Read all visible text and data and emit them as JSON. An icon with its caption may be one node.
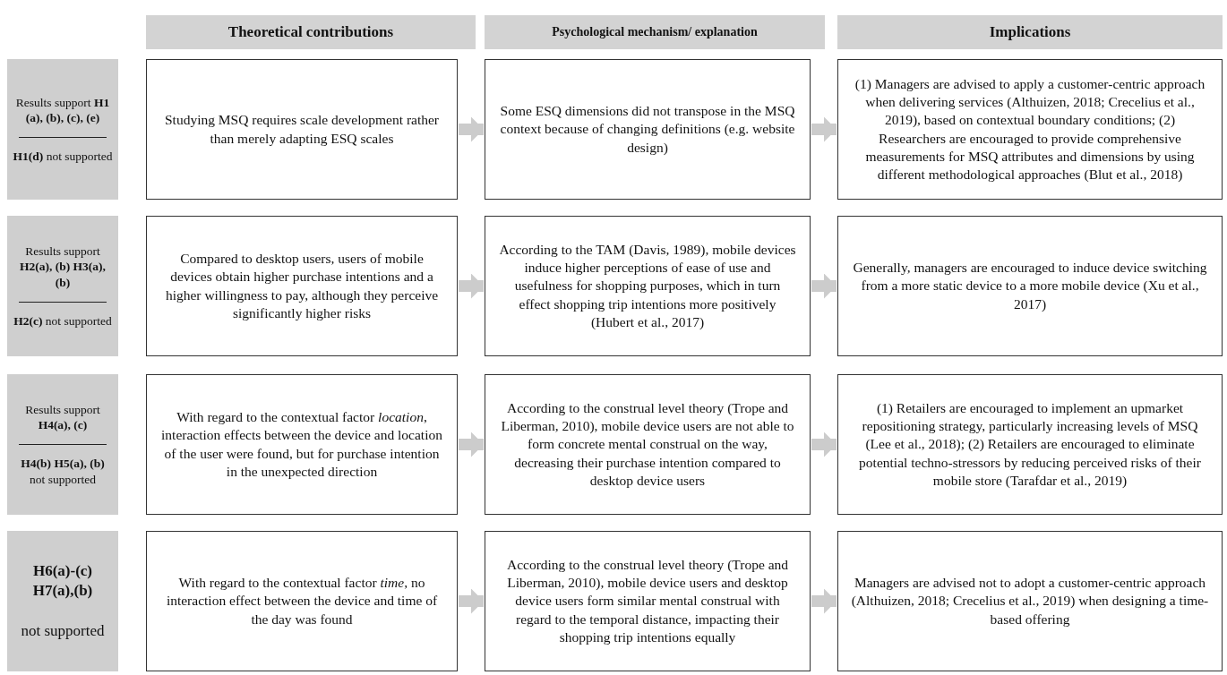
{
  "diagram": {
    "nodes": [
      {
        "text": [
          "Theoretical contributions"
        ]
      },
      {
        "text": [
          "Psychological mechanism/ explanation"
        ]
      },
      {
        "text": [
          "Implications"
        ]
      },
      {
        "text": [
          "Results support **H1 (a), (b), (c), (e)**",
          "**H1(d)** not supported"
        ]
      },
      {
        "text": [
          "Studying MSQ requires scale development rather than merely adapting ESQ scales"
        ]
      },
      {
        "text": [
          "Some ESQ dimensions did not transpose in the MSQ context because of changing definitions (e.g. website design)"
        ]
      },
      {
        "text": [
          "(1) Managers are advised to apply a customer-centric approach when delivering services (Althuizen, 2018; Crecelius et al., 2019), based on contextual boundary conditions; (2) Researchers are encouraged to provide comprehensive measurements for MSQ attributes and dimensions by using different methodological approaches (Blut et al., 2018)"
        ]
      },
      {
        "text": [
          "Results support **H2(a), (b) H3(a), (b)**",
          "**H2(c)** not supported"
        ]
      },
      {
        "text": [
          "Compared to desktop users, users of mobile devices obtain higher purchase intentions and a higher willingness to pay, although they perceive significantly higher risks"
        ]
      },
      {
        "text": [
          "According to the TAM (Davis, 1989), mobile devices induce higher perceptions of ease of use and usefulness for shopping purposes, which in turn effect shopping trip intentions more positively (Hubert et al., 2017)"
        ]
      },
      {
        "text": [
          "Generally, managers are encouraged to induce device switching from a more static device to a more mobile device (Xu et al., 2017)"
        ]
      },
      {
        "text": [
          "Results support **H4(a), (c)**",
          "**H4(b) H5(a), (b)** not supported"
        ]
      },
      {
        "text": [
          "With regard to the contextual factor *location*, interaction effects between the device and location of the user were found, but for purchase intention in the unexpected direction"
        ]
      },
      {
        "text": [
          "According to the construal level theory (Trope and Liberman, 2010), mobile device users are not able to form concrete mental construal on the way, decreasing their purchase intention compared to desktop device users"
        ]
      },
      {
        "text": [
          "(1) Retailers are encouraged to implement an upmarket repositioning strategy, particularly increasing levels of MSQ (Lee et al., 2018); (2) Retailers are encouraged to eliminate potential techno-stressors by reducing perceived risks of their mobile store (Tarafdar et al., 2019)"
        ]
      },
      {
        "text": [
          "H6(a)-(c) H7(a),(b)",
          "not supported"
        ]
      },
      {
        "text": [
          "With regard to the contextual factor *time*, no interaction effect between the device and time of the day was found"
        ]
      },
      {
        "text": [
          "According to the construal level theory (Trope and Liberman, 2010), mobile device users and desktop device users form similar mental construal with regard to the temporal distance, impacting their shopping trip intentions equally"
        ]
      },
      {
        "text": [
          "Managers are advised not to adopt a customer-centric approach (Althuizen, 2018; Crecelius et al., 2019) when designing a time-based offering"
        ]
      }
    ],
    "edges": [
      {
        "from": 4,
        "to": 5,
        "arrow": "to"
      },
      {
        "from": 5,
        "to": 6,
        "arrow": "to"
      },
      {
        "from": 8,
        "to": 9,
        "arrow": "to"
      },
      {
        "from": 9,
        "to": 10,
        "arrow": "to"
      },
      {
        "from": 12,
        "to": 13,
        "arrow": "to"
      },
      {
        "from": 13,
        "to": 14,
        "arrow": "to"
      },
      {
        "from": 16,
        "to": 17,
        "arrow": "to"
      },
      {
        "from": 17,
        "to": 18,
        "arrow": "to"
      }
    ]
  }
}
